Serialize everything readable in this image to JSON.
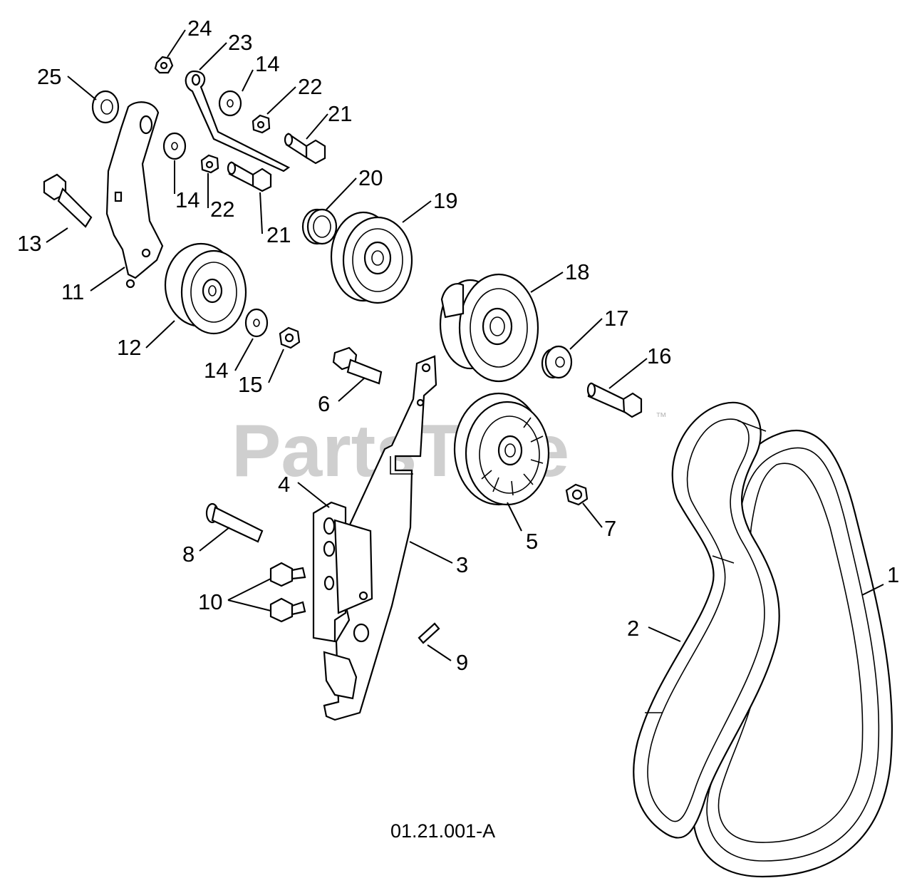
{
  "watermark": {
    "text": "PartsTree",
    "trademark": "™"
  },
  "drawing_id": "01.21.001-A",
  "callouts": {
    "p1": "1",
    "p2": "2",
    "p3": "3",
    "p4": "4",
    "p5": "5",
    "p6": "6",
    "p7": "7",
    "p8": "8",
    "p9": "9",
    "p10": "10",
    "p11": "11",
    "p12": "12",
    "p13": "13",
    "p14a": "14",
    "p14b": "14",
    "p14c": "14",
    "p15": "15",
    "p16": "16",
    "p17": "17",
    "p18": "18",
    "p19": "19",
    "p20": "20",
    "p21a": "21",
    "p21b": "21",
    "p22a": "22",
    "p22b": "22",
    "p23": "23",
    "p24": "24",
    "p25": "25"
  }
}
